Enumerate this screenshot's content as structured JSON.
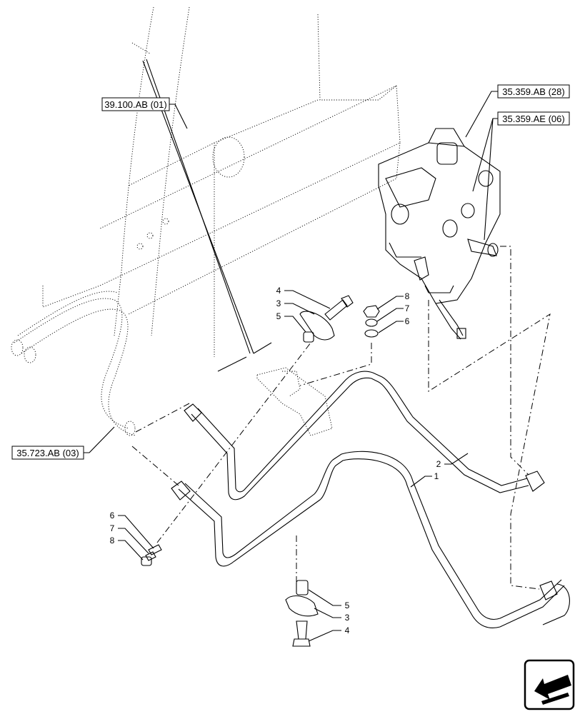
{
  "references": {
    "ref_39_100_ab": "39.100.AB (01)",
    "ref_35_359_ab": "35.359.AB (28)",
    "ref_35_359_ae": "35.359.AE (06)",
    "ref_35_723_ab": "35.723.AB (03)"
  },
  "callouts": {
    "top": {
      "c4": "4",
      "c3": "3",
      "c5": "5",
      "c8": "8",
      "c7": "7",
      "c6": "6"
    },
    "tubes": {
      "c2": "2",
      "c1": "1"
    },
    "left": {
      "c6": "6",
      "c7": "7",
      "c8": "8"
    },
    "bottom": {
      "c5": "5",
      "c3": "3",
      "c4": "4"
    }
  },
  "icons": {
    "nav": "arrow-nav-icon"
  }
}
